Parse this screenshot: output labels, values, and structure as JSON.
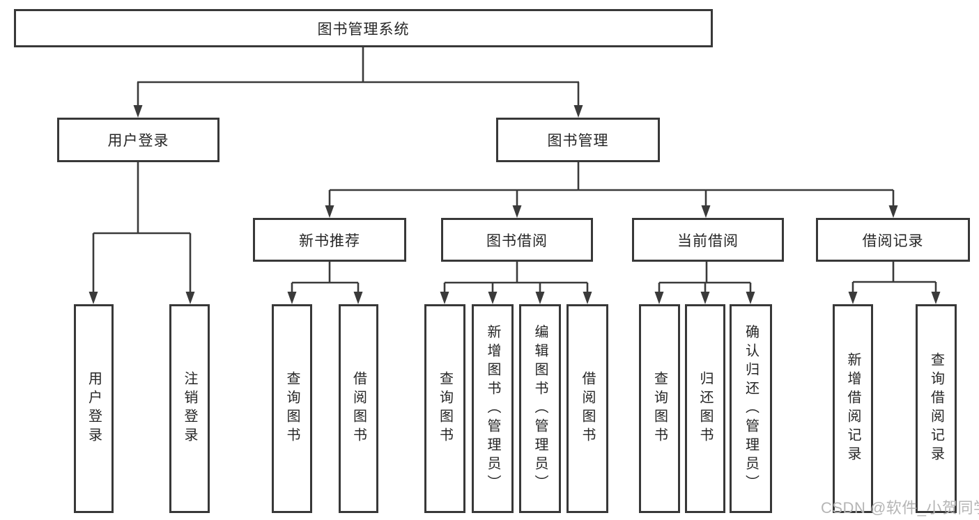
{
  "diagram": {
    "root": {
      "label": "图书管理系统"
    },
    "level2": [
      {
        "label": "用户登录"
      },
      {
        "label": "图书管理"
      }
    ],
    "level3": [
      {
        "label": "新书推荐"
      },
      {
        "label": "图书借阅"
      },
      {
        "label": "当前借阅"
      },
      {
        "label": "借阅记录"
      }
    ],
    "leaves": {
      "userLogin": [
        {
          "label": "用户登录"
        },
        {
          "label": "注销登录"
        }
      ],
      "newBookRec": [
        {
          "label": "查询图书"
        },
        {
          "label": "借阅图书"
        }
      ],
      "bookBorrow": [
        {
          "label": "查询图书"
        },
        {
          "label": "新增图书（管理员）"
        },
        {
          "label": "编辑图书（管理员）"
        },
        {
          "label": "借阅图书"
        }
      ],
      "currentBorrow": [
        {
          "label": "查询图书"
        },
        {
          "label": "归还图书"
        },
        {
          "label": "确认归还（管理员）"
        }
      ],
      "borrowRecord": [
        {
          "label": "新增借阅记录"
        },
        {
          "label": "查询借阅记录"
        }
      ]
    }
  },
  "watermark": {
    "text": "CSDN @软件_小贺同学"
  },
  "colors": {
    "line": "#3a3a3a",
    "border": "#383838",
    "text": "#262626",
    "watermark": "#b5b5b5",
    "background": "#ffffff"
  }
}
